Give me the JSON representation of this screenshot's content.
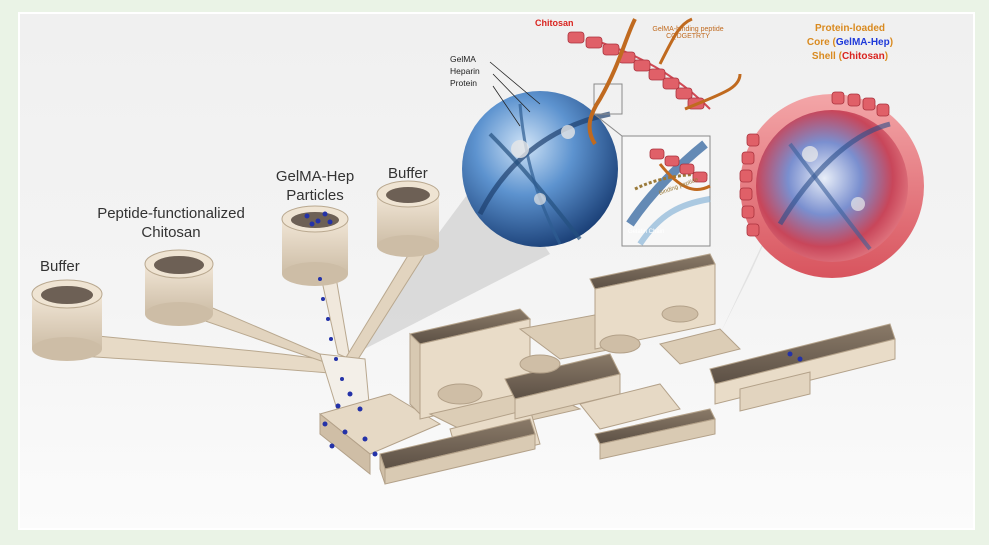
{
  "figure": {
    "labels": {
      "buffer_left": "Buffer",
      "chitosan_inlet": "Peptide-functionalized\nChitosan",
      "gelma_inlet": "GelMA-Hep\nParticles",
      "buffer_right": "Buffer"
    },
    "inset_labels": {
      "chitosan": "Chitosan",
      "peptide_line1": "GelMA-binding  peptide",
      "peptide_line2": "CQDGETRTY",
      "gelma": "GelMA",
      "heparin": "Heparin",
      "protein": "Protein",
      "binding_peptide": "Binding peptide",
      "gelatin_chain": "Gelatin Chain"
    },
    "legend": {
      "line1": "Protein-loaded",
      "core_prefix": "Core (",
      "core_name": "GelMA-Hep",
      "core_suffix": ")",
      "shell_prefix": "Shell (",
      "shell_name": "Chitosan",
      "shell_suffix": ")"
    },
    "colors": {
      "channel": "#e9dcc8",
      "particle": "#2432a8",
      "core_sphere": "#3f79bf",
      "shell_sphere": "#e0505a",
      "chitosan_bead": "#e06068",
      "peptide": "#c06a1f"
    }
  }
}
